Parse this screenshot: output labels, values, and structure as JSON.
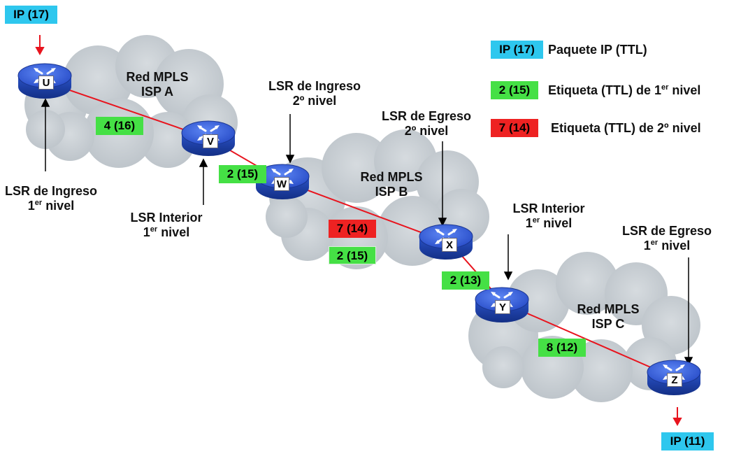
{
  "legend": {
    "ip_tag": "IP (17)",
    "ip_text": "Paquete IP (TTL)",
    "l1_tag": "2 (15)",
    "l1_text": "Etiqueta (TTL) de 1",
    "l1_sup": "er",
    "l1_tail": " nivel",
    "l2_tag": "7 (14)",
    "l2_text": "Etiqueta (TTL)  de 2º nivel"
  },
  "packets": {
    "ip_in": "IP (17)",
    "ip_out": "IP (11)"
  },
  "labels": {
    "uv": "4 (16)",
    "vw": "2 (15)",
    "wx_outer": "7 (14)",
    "wx_inner": "2 (15)",
    "xy": "2 (13)",
    "yz": "8 (12)"
  },
  "clouds": {
    "a_line1": "Red MPLS",
    "a_line2": "ISP A",
    "b_line1": "Red MPLS",
    "b_line2": "ISP B",
    "c_line1": "Red MPLS",
    "c_line2": "ISP C"
  },
  "routers": {
    "u": "U",
    "v": "V",
    "w": "W",
    "x": "X",
    "y": "Y",
    "z": "Z"
  },
  "annotations": {
    "u_line1": "LSR de Ingreso",
    "u_line2_pre": "1",
    "u_line2_sup": "er",
    "u_line2_post": " nivel",
    "v_line1": "LSR Interior",
    "v_line2_pre": "1",
    "v_line2_sup": "er",
    "v_line2_post": " nivel",
    "w_line1": "LSR de Ingreso",
    "w_line2": "2º nivel",
    "x_line1": "LSR de Egreso",
    "x_line2": "2º nivel",
    "y_line1": "LSR Interior",
    "y_line2_pre": "1",
    "y_line2_sup": "er",
    "y_line2_post": " nivel",
    "z_line1": "LSR de Egreso",
    "z_line2_pre": "1",
    "z_line2_sup": "er",
    "z_line2_post": " nivel"
  },
  "colors": {
    "ip": "#2ec7ee",
    "label_level1": "#45e045",
    "label_level2": "#ee2222",
    "path": "#e8141e",
    "cloud": "#c9cfd4",
    "router_top": "#2f5fe0",
    "router_side": "#1b3fa8"
  }
}
